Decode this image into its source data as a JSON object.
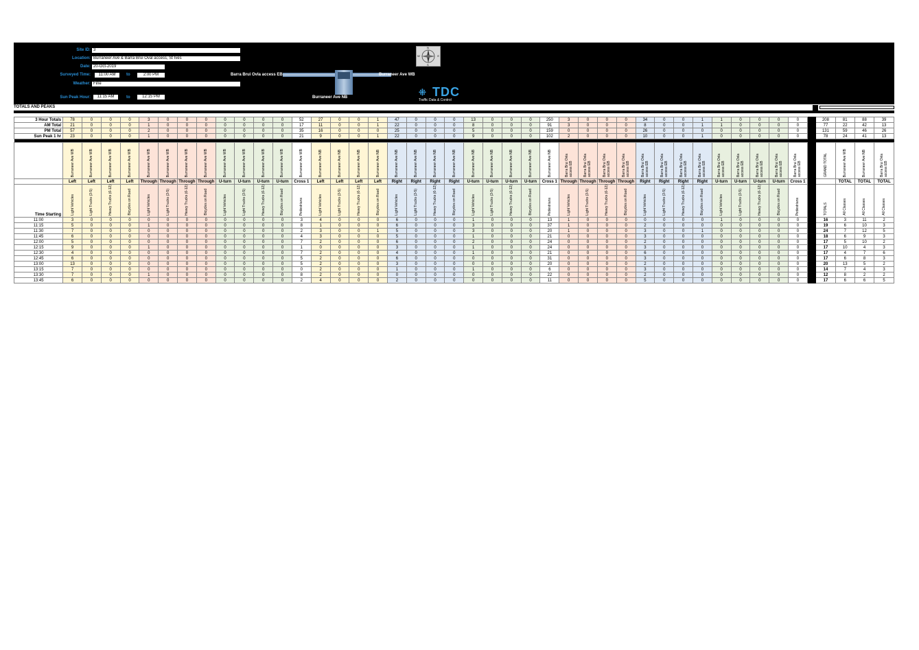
{
  "header": {
    "site_id_label": "Site ID:",
    "site_id": "3",
    "location_label": "Location:",
    "location": "Burraneer Ave & Barra Brui Oval access, St Ives",
    "date_label": "Date:",
    "date": "20-Oct-2019",
    "surveyed_time_label": "Surveyed Time:",
    "survey_start": "11:00 AM",
    "to_label": "to",
    "survey_end": "2:00 PM",
    "weather_label": "Weather:",
    "weather": "Fine",
    "peak_label": "Sun Peak Hour:",
    "peak_start": "11:15 AM",
    "peak_end": "12:15 PM"
  },
  "diagram": {
    "road_west": "Barra Brui Ovla access EB",
    "road_east": "Burraneer Ave WB",
    "road_south": "Burraneer Ave NB",
    "compass_labels": [
      "N",
      "E",
      "S",
      "W"
    ]
  },
  "logo": {
    "brand": "TDC",
    "tagline": "Traffic Data & Control"
  },
  "section_title": "TOTALS AND PEAKS",
  "colors": {
    "yellow": "#fff6d5",
    "pink": "#fde3d8",
    "green": "#e8f0df",
    "blue": "#dfe9f5",
    "header_label": "#2a8fd6"
  },
  "summary": [
    {
      "label": "3 Hour Totals",
      "vals": [
        "78",
        "0",
        "0",
        "0",
        "3",
        "0",
        "0",
        "0",
        "0",
        "0",
        "0",
        "0",
        "52",
        "27",
        "0",
        "0",
        "1",
        "47",
        "0",
        "0",
        "0",
        "13",
        "0",
        "0",
        "0",
        "250",
        "3",
        "0",
        "0",
        "0",
        "34",
        "0",
        "0",
        "1",
        "1",
        "0",
        "0",
        "0",
        "0"
      ],
      "totals": [
        "208",
        "81",
        "88",
        "39"
      ]
    },
    {
      "label": "AM Total",
      "vals": [
        "21",
        "0",
        "0",
        "0",
        "1",
        "0",
        "0",
        "0",
        "0",
        "0",
        "0",
        "0",
        "17",
        "11",
        "0",
        "0",
        "1",
        "22",
        "0",
        "0",
        "0",
        "8",
        "0",
        "0",
        "0",
        "91",
        "3",
        "0",
        "0",
        "0",
        "8",
        "0",
        "0",
        "1",
        "1",
        "0",
        "0",
        "0",
        "0"
      ],
      "totals": [
        "77",
        "22",
        "42",
        "13"
      ]
    },
    {
      "label": "PM Total",
      "vals": [
        "57",
        "0",
        "0",
        "0",
        "2",
        "0",
        "0",
        "0",
        "0",
        "0",
        "0",
        "0",
        "35",
        "16",
        "0",
        "0",
        "0",
        "25",
        "0",
        "0",
        "0",
        "5",
        "0",
        "0",
        "0",
        "159",
        "0",
        "0",
        "0",
        "0",
        "26",
        "0",
        "0",
        "0",
        "0",
        "0",
        "0",
        "0",
        "0"
      ],
      "totals": [
        "131",
        "59",
        "46",
        "26"
      ]
    },
    {
      "label": "Sun Peak 1 hr",
      "vals": [
        "23",
        "0",
        "0",
        "0",
        "1",
        "0",
        "0",
        "0",
        "0",
        "0",
        "0",
        "0",
        "21",
        "9",
        "0",
        "0",
        "1",
        "22",
        "0",
        "0",
        "0",
        "9",
        "0",
        "0",
        "0",
        "102",
        "2",
        "0",
        "0",
        "0",
        "10",
        "0",
        "0",
        "1",
        "0",
        "0",
        "0",
        "0",
        "0"
      ],
      "totals": [
        "78",
        "24",
        "41",
        "13"
      ]
    }
  ],
  "approach_names": [
    "Burraneer Ave WB",
    "Burraneer Ave WB",
    "Burraneer Ave WB",
    "Burraneer Ave WB",
    "Burraneer Ave WB",
    "Burraneer Ave WB",
    "Burraneer Ave WB",
    "Burraneer Ave WB",
    "Burraneer Ave WB",
    "Burraneer Ave WB",
    "Burraneer Ave WB",
    "Burraneer Ave WB",
    "Burraneer Ave WB",
    "Burraneer Ave NB",
    "Burraneer Ave NB",
    "Burraneer Ave NB",
    "Burraneer Ave NB",
    "Burraneer Ave NB",
    "Burraneer Ave NB",
    "Burraneer Ave NB",
    "Burraneer Ave NB",
    "Burraneer Ave NB",
    "Burraneer Ave NB",
    "Burraneer Ave NB",
    "Burraneer Ave NB",
    "Burraneer Ave NB",
    "Barra Brui Ovla access EB",
    "Barra Brui Ovla access EB",
    "Barra Brui Ovla access EB",
    "Barra Brui Ovla access EB",
    "Barra Brui Ovla access EB",
    "Barra Brui Ovla access EB",
    "Barra Brui Ovla access EB",
    "Barra Brui Ovla access EB",
    "Barra Brui Ovla access EB",
    "Barra Brui Ovla access EB",
    "Barra Brui Ovla access EB",
    "Barra Brui Ovla access EB",
    "Barra Brui Ovla access EB"
  ],
  "total_names": [
    "GRAND TOTAL",
    "Burraneer Ave WB",
    "Burraneer Ave NB",
    "Barra Brui Ovla access EB"
  ],
  "movements": [
    "Left",
    "Left",
    "Left",
    "Left",
    "Through",
    "Through",
    "Through",
    "Through",
    "U-turn",
    "U-turn",
    "U-turn",
    "U-turn",
    "Cross 1",
    "Left",
    "Left",
    "Left",
    "Left",
    "Right",
    "Right",
    "Right",
    "Right",
    "U-turn",
    "U-turn",
    "U-turn",
    "U-turn",
    "Cross 1",
    "Through",
    "Through",
    "Through",
    "Through",
    "Right",
    "Right",
    "Right",
    "Right",
    "U-turn",
    "U-turn",
    "U-turn",
    "U-turn",
    "Cross 1"
  ],
  "total_movements": [
    "",
    "TOTAL",
    "TOTAL",
    "TOTAL"
  ],
  "time_label": "Time Starting",
  "vehicle_classes": [
    "Light Vehicles",
    "Light Trucks (3-5)",
    "Heavy Trucks (6-12)",
    "Bicycles on Road",
    "Light Vehicles",
    "Light Trucks (3-5)",
    "Heavy Trucks (6-12)",
    "Bicycles on Road",
    "Light Vehicles",
    "Light Trucks (3-5)",
    "Heavy Trucks (6-12)",
    "Bicycles on Road",
    "Pedestrians",
    "Light Vehicles",
    "Light Trucks (3-5)",
    "Heavy Trucks (6-12)",
    "Bicycles on Road",
    "Light Vehicles",
    "Light Trucks (3-5)",
    "Heavy Trucks (6-12)",
    "Bicycles on Road",
    "Light Vehicles",
    "Light Trucks (3-5)",
    "Heavy Trucks (6-12)",
    "Bicycles on Road",
    "Pedestrians",
    "Light Vehicles",
    "Light Trucks (3-5)",
    "Heavy Trucks (6-12)",
    "Bicycles on Road",
    "Light Vehicles",
    "Light Trucks (3-5)",
    "Heavy Trucks (6-12)",
    "Bicycles on Road",
    "Light Vehicles",
    "Light Trucks (3-5)",
    "Heavy Trucks (6-12)",
    "Bicycles on Road",
    "Pedestrians"
  ],
  "total_classes": [
    "TOTALS",
    "All Classes",
    "All Classes",
    "All Classes"
  ],
  "rows": [
    {
      "time": "11:00",
      "vals": [
        "3",
        "0",
        "0",
        "0",
        "0",
        "0",
        "0",
        "0",
        "0",
        "0",
        "0",
        "0",
        "3",
        "4",
        "0",
        "0",
        "0",
        "6",
        "0",
        "0",
        "0",
        "1",
        "0",
        "0",
        "0",
        "13",
        "1",
        "0",
        "0",
        "0",
        "0",
        "0",
        "0",
        "0",
        "1",
        "0",
        "0",
        "0",
        "0"
      ],
      "totals": [
        "16",
        "3",
        "11",
        "2"
      ]
    },
    {
      "time": "11:15",
      "vals": [
        "5",
        "0",
        "0",
        "0",
        "1",
        "0",
        "0",
        "0",
        "0",
        "0",
        "0",
        "0",
        "8",
        "1",
        "0",
        "0",
        "0",
        "6",
        "0",
        "0",
        "0",
        "3",
        "0",
        "0",
        "0",
        "37",
        "1",
        "0",
        "0",
        "0",
        "2",
        "0",
        "0",
        "0",
        "0",
        "0",
        "0",
        "0",
        "0"
      ],
      "totals": [
        "19",
        "6",
        "10",
        "3"
      ]
    },
    {
      "time": "11:30",
      "vals": [
        "7",
        "0",
        "0",
        "0",
        "0",
        "0",
        "0",
        "0",
        "0",
        "0",
        "0",
        "0",
        "2",
        "3",
        "0",
        "0",
        "1",
        "5",
        "0",
        "0",
        "0",
        "3",
        "0",
        "0",
        "0",
        "20",
        "1",
        "0",
        "0",
        "0",
        "3",
        "0",
        "0",
        "1",
        "0",
        "0",
        "0",
        "0",
        "0"
      ],
      "totals": [
        "24",
        "7",
        "12",
        "5"
      ]
    },
    {
      "time": "11:45",
      "vals": [
        "6",
        "0",
        "0",
        "0",
        "0",
        "0",
        "0",
        "0",
        "0",
        "0",
        "0",
        "0",
        "4",
        "3",
        "0",
        "0",
        "0",
        "5",
        "0",
        "0",
        "0",
        "1",
        "0",
        "0",
        "0",
        "21",
        "0",
        "0",
        "0",
        "0",
        "3",
        "0",
        "0",
        "0",
        "0",
        "0",
        "0",
        "0",
        "0"
      ],
      "totals": [
        "18",
        "6",
        "9",
        "3"
      ]
    },
    {
      "time": "12:00",
      "vals": [
        "5",
        "0",
        "0",
        "0",
        "0",
        "0",
        "0",
        "0",
        "0",
        "0",
        "0",
        "0",
        "7",
        "2",
        "0",
        "0",
        "0",
        "6",
        "0",
        "0",
        "0",
        "2",
        "0",
        "0",
        "0",
        "24",
        "0",
        "0",
        "0",
        "0",
        "2",
        "0",
        "0",
        "0",
        "0",
        "0",
        "0",
        "0",
        "0"
      ],
      "totals": [
        "17",
        "5",
        "10",
        "2"
      ]
    },
    {
      "time": "12:15",
      "vals": [
        "9",
        "0",
        "0",
        "0",
        "1",
        "0",
        "0",
        "0",
        "0",
        "0",
        "0",
        "0",
        "1",
        "0",
        "0",
        "0",
        "0",
        "3",
        "0",
        "0",
        "0",
        "1",
        "0",
        "0",
        "0",
        "24",
        "0",
        "0",
        "0",
        "0",
        "3",
        "0",
        "0",
        "0",
        "0",
        "0",
        "0",
        "0",
        "0"
      ],
      "totals": [
        "17",
        "10",
        "4",
        "3"
      ]
    },
    {
      "time": "12:30",
      "vals": [
        "4",
        "0",
        "0",
        "0",
        "0",
        "0",
        "0",
        "0",
        "0",
        "0",
        "0",
        "0",
        "7",
        "2",
        "0",
        "0",
        "0",
        "4",
        "0",
        "0",
        "0",
        "1",
        "0",
        "0",
        "0",
        "21",
        "0",
        "0",
        "0",
        "0",
        "6",
        "0",
        "0",
        "0",
        "0",
        "0",
        "0",
        "0",
        "0"
      ],
      "totals": [
        "17",
        "4",
        "7",
        "6"
      ]
    },
    {
      "time": "12:45",
      "vals": [
        "6",
        "0",
        "0",
        "0",
        "0",
        "0",
        "0",
        "0",
        "0",
        "0",
        "0",
        "0",
        "5",
        "2",
        "0",
        "0",
        "0",
        "6",
        "0",
        "0",
        "0",
        "0",
        "0",
        "0",
        "0",
        "31",
        "0",
        "0",
        "0",
        "0",
        "3",
        "0",
        "0",
        "0",
        "0",
        "0",
        "0",
        "0",
        "0"
      ],
      "totals": [
        "17",
        "6",
        "8",
        "3"
      ]
    },
    {
      "time": "13:00",
      "vals": [
        "13",
        "0",
        "0",
        "0",
        "0",
        "0",
        "0",
        "0",
        "0",
        "0",
        "0",
        "0",
        "5",
        "2",
        "0",
        "0",
        "0",
        "3",
        "0",
        "0",
        "0",
        "0",
        "0",
        "0",
        "0",
        "20",
        "0",
        "0",
        "0",
        "0",
        "2",
        "0",
        "0",
        "0",
        "0",
        "0",
        "0",
        "0",
        "0"
      ],
      "totals": [
        "20",
        "13",
        "5",
        "2"
      ]
    },
    {
      "time": "13:15",
      "vals": [
        "7",
        "0",
        "0",
        "0",
        "0",
        "0",
        "0",
        "0",
        "0",
        "0",
        "0",
        "0",
        "0",
        "2",
        "0",
        "0",
        "0",
        "1",
        "0",
        "0",
        "0",
        "1",
        "0",
        "0",
        "0",
        "6",
        "0",
        "0",
        "0",
        "0",
        "3",
        "0",
        "0",
        "0",
        "0",
        "0",
        "0",
        "0",
        "0"
      ],
      "totals": [
        "14",
        "7",
        "4",
        "3"
      ]
    },
    {
      "time": "13:30",
      "vals": [
        "7",
        "0",
        "0",
        "0",
        "1",
        "0",
        "0",
        "0",
        "0",
        "0",
        "0",
        "0",
        "8",
        "2",
        "0",
        "0",
        "0",
        "0",
        "0",
        "0",
        "0",
        "0",
        "0",
        "0",
        "0",
        "22",
        "0",
        "0",
        "0",
        "0",
        "2",
        "0",
        "0",
        "0",
        "0",
        "0",
        "0",
        "0",
        "0"
      ],
      "totals": [
        "12",
        "8",
        "2",
        "2"
      ]
    },
    {
      "time": "13:45",
      "vals": [
        "6",
        "0",
        "0",
        "0",
        "0",
        "0",
        "0",
        "0",
        "0",
        "0",
        "0",
        "0",
        "2",
        "4",
        "0",
        "0",
        "0",
        "2",
        "0",
        "0",
        "0",
        "0",
        "0",
        "0",
        "0",
        "11",
        "0",
        "0",
        "0",
        "0",
        "5",
        "0",
        "0",
        "0",
        "0",
        "0",
        "0",
        "0",
        "0"
      ],
      "totals": [
        "17",
        "6",
        "6",
        "5"
      ]
    }
  ]
}
